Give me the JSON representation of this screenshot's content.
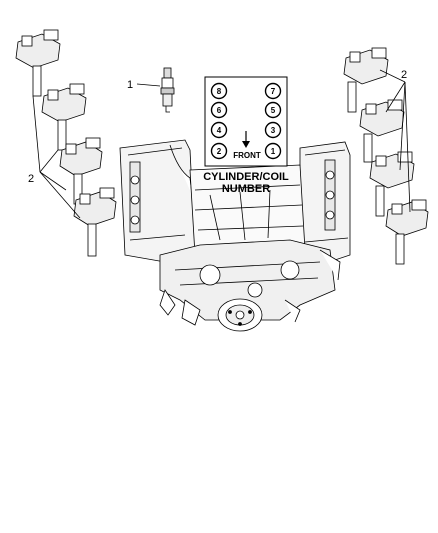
{
  "callouts": {
    "spark_plug": "1",
    "coils_left": "2",
    "coils_right": "2"
  },
  "cylinder_chart": {
    "numbers": [
      "8",
      "7",
      "6",
      "5",
      "4",
      "3",
      "2",
      "1"
    ],
    "front_label": "FRONT",
    "caption_line1": "CYLINDER/COIL",
    "caption_line2": "NUMBER"
  }
}
